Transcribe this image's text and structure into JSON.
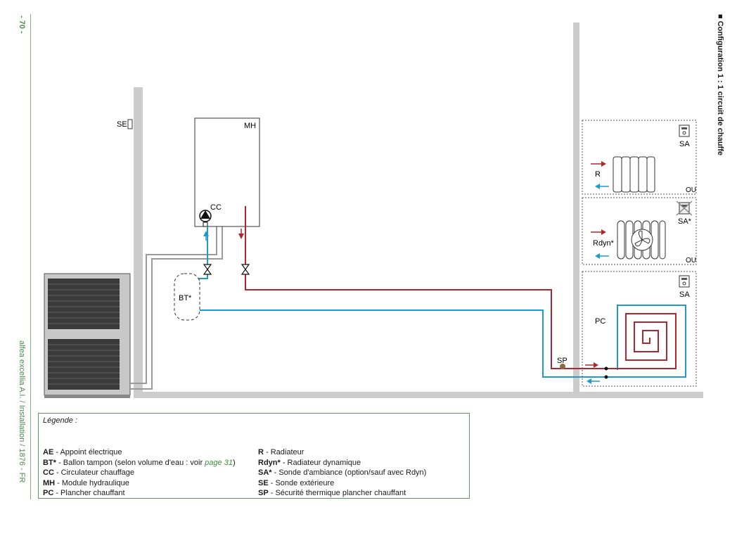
{
  "page_number": "- 70 -",
  "footer_text": "alfea excellia A.I. / Installation / 1876 - FR",
  "config_title": "■ Configuration 1 : 1 circuit de chauffe",
  "colors": {
    "hot": "#b0262e",
    "cold": "#1e9bc8",
    "wall": "#cccccc",
    "legend_border": "#5a9a5a",
    "accent_green": "#4a8a4a"
  },
  "diagram": {
    "se": "SE",
    "mh": "MH",
    "cc": "CC",
    "bt": "BT*",
    "sp": "SP",
    "r": "R",
    "rdyn": "Rdyn*",
    "pc": "PC",
    "sa_top": "SA",
    "sa_mid": "SA*",
    "sa_bot": "SA",
    "ou_top": "OU",
    "ou_mid": "OU"
  },
  "legend": {
    "title": "Légende :",
    "left": [
      {
        "code": "AE",
        "text": " - Appoint électrique"
      },
      {
        "code": "BT*",
        "text": " - Ballon tampon (selon volume d'eau : voir ",
        "link": "page 31",
        "after": ")"
      },
      {
        "code": "CC",
        "text": " - Circulateur chauffage"
      },
      {
        "code": "MH",
        "text": " - Module hydraulique"
      },
      {
        "code": "PC",
        "text": " - Plancher chauffant"
      }
    ],
    "right": [
      {
        "code": "R",
        "text": " - Radiateur"
      },
      {
        "code": "Rdyn*",
        "text": " - Radiateur dynamique"
      },
      {
        "code": "SA*",
        "text": " - Sonde d'ambiance (option/sauf avec Rdyn)"
      },
      {
        "code": "SE",
        "text": " - Sonde extérieure"
      },
      {
        "code": "SP",
        "text": " - Sécurité thermique plancher chauffant"
      }
    ]
  }
}
